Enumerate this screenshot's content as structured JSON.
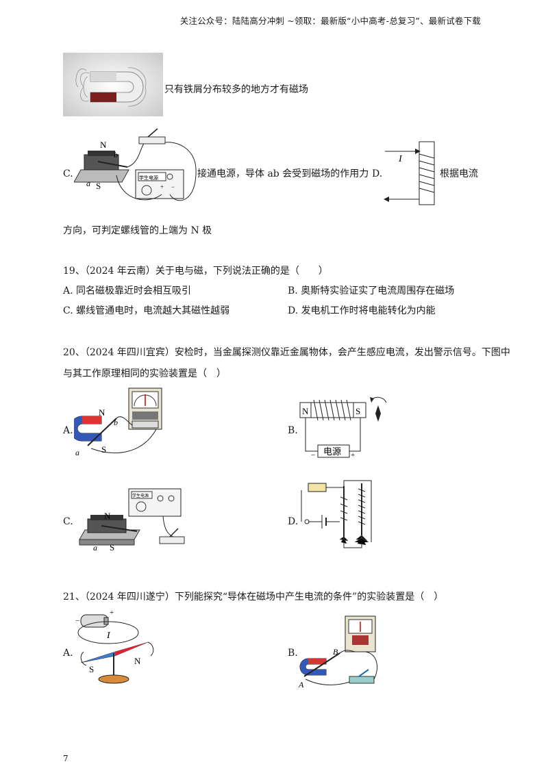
{
  "header": {
    "text": "关注公众号：陆陆高分冲刺  ~领取：最新版“小中高考-总复习”、最新试卷下载"
  },
  "q18": {
    "b_text": "只有铁屑分布较多的地方才有磁场",
    "c_label": "C.",
    "c_text": "接通电源，导体 ab 会受到磁场的作用力",
    "d_label": "D.",
    "d_text": "根据电流",
    "d_cont": "方向，可判定螺线管的上端为 N 极"
  },
  "q19": {
    "stem": "19、（2024 年云南）关于电与磁，下列说法正确的是（　　）",
    "options": [
      "A. 同名磁极靠近时会相互吸引",
      "B. 奥斯特实验证实了电流周围存在磁场",
      "C. 螺线管通电时，电流越大其磁性越弱",
      "D. 发电机工作时将电能转化为内能"
    ]
  },
  "q20": {
    "stem1": "20、（2024 年四川宜宾）安检时，当金属探测仪靠近金属物体，会产生感应电流，发出警示信号。下图中",
    "stem2": "与其工作原理相同的实验装置是（　）",
    "labels": [
      "A.",
      "B.",
      "C.",
      "D."
    ],
    "power_label": "电源"
  },
  "q21": {
    "stem": "21、（2024 年四川遂宁）下列能探究“导体在磁场中产生电流的条件”的实验装置是（　）",
    "labels": [
      "A.",
      "B."
    ]
  },
  "figure_text": {
    "N": "N",
    "S": "S",
    "a": "a",
    "b": "b",
    "I": "I",
    "A": "A",
    "B": "B",
    "plus": "+",
    "minus": "−",
    "psu": "学生电源"
  },
  "page_number": "7"
}
